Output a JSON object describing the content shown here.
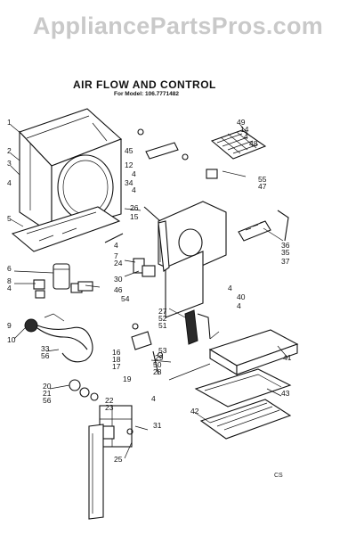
{
  "watermark": "AppliancePartsPros.com",
  "title": "AIR FLOW AND CONTROL",
  "subtitle": "For Model: 106.7771482",
  "corner_code": "CS",
  "callouts": [
    "1",
    "2",
    "3",
    "4",
    "5",
    "6",
    "8",
    "4",
    "9",
    "10",
    "33",
    "56",
    "20",
    "21",
    "56",
    "45",
    "12",
    "4",
    "34",
    "4",
    "26",
    "15",
    "4",
    "7",
    "24",
    "30",
    "46",
    "54",
    "16",
    "18",
    "17",
    "19",
    "22",
    "23",
    "25",
    "27",
    "52",
    "51",
    "53",
    "29",
    "50",
    "28",
    "4",
    "31",
    "49",
    "14",
    "4",
    "48",
    "55",
    "47",
    "36",
    "35",
    "37",
    "40",
    "4",
    "41",
    "43",
    "42",
    "4"
  ]
}
